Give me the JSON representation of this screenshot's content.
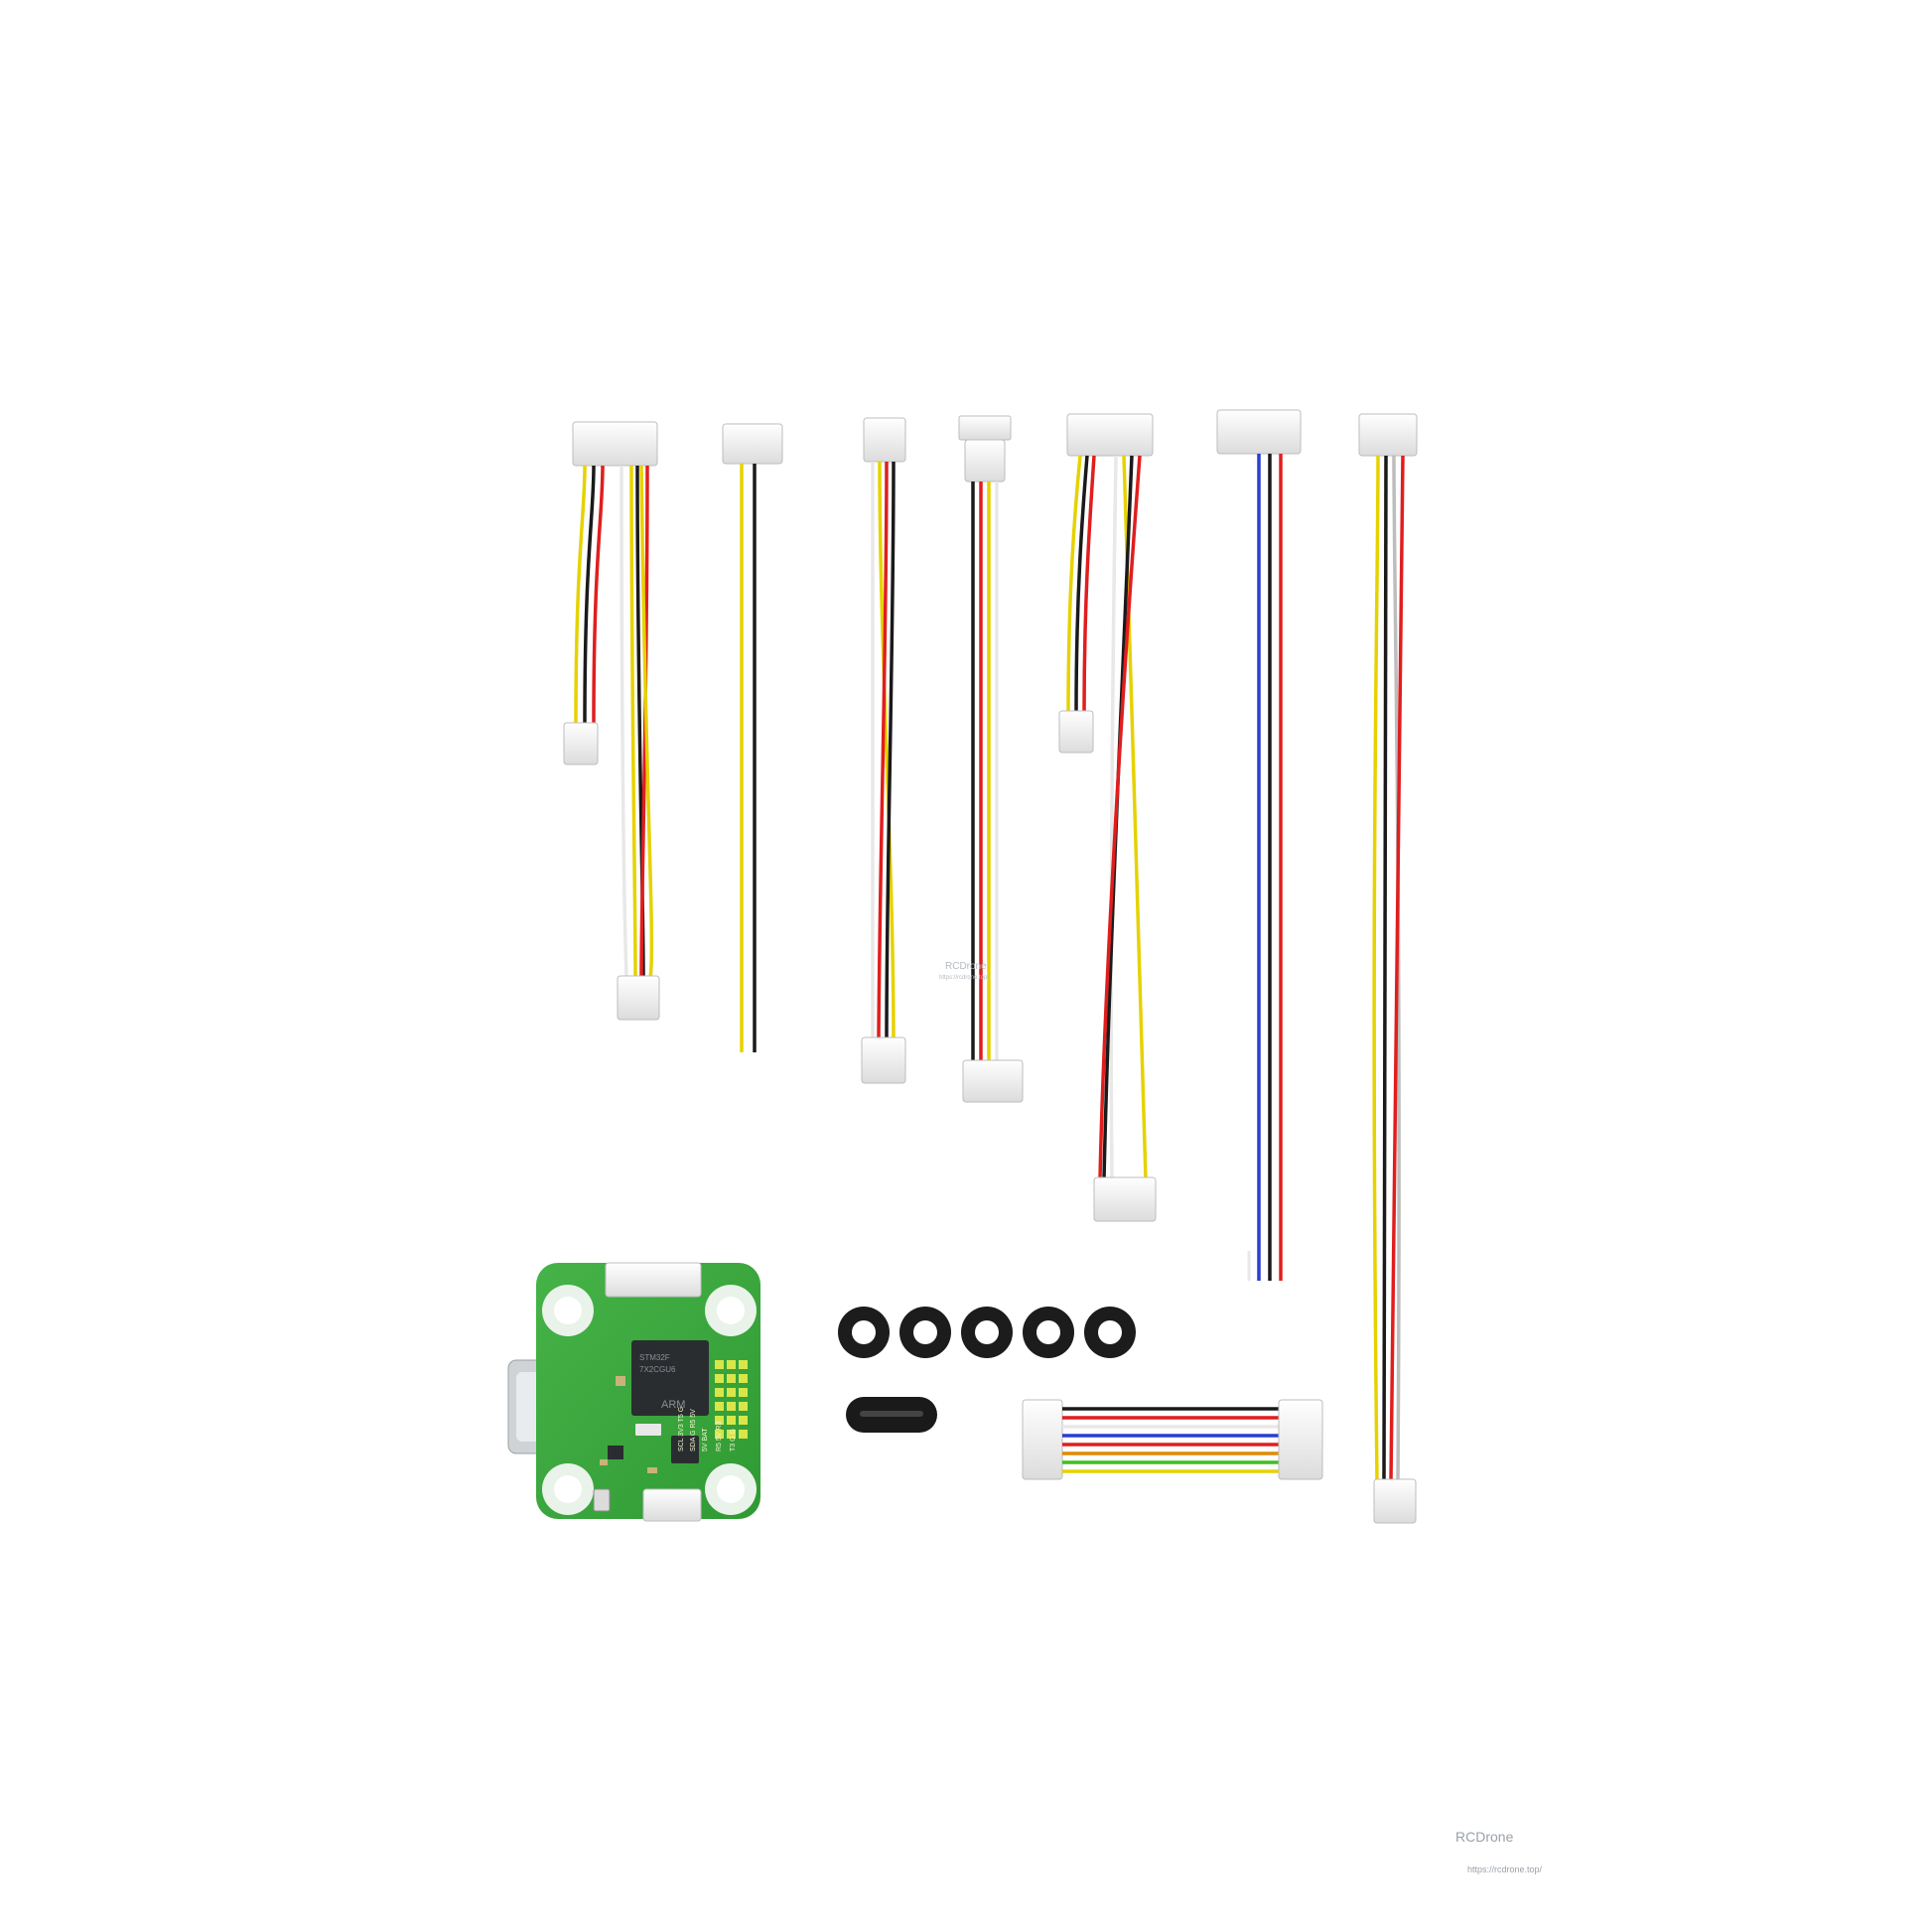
{
  "watermark": {
    "brand": "RCDrone",
    "url": "https://rcdrone.top/",
    "center_brand": "RCDrone",
    "center_url": "https://rcdrone.top/"
  },
  "board": {
    "chip_brand": "ARM",
    "chip_lines": [
      "STM32F",
      "7X2CGU6"
    ],
    "pad_labels_row1": [
      "5V",
      "BAT"
    ],
    "pad_labels_row2": [
      "R5",
      "5V",
      "R3"
    ],
    "pad_labels_row3": [
      "T3",
      "G",
      "G"
    ],
    "pad_labels_row4": [
      "SDA",
      "G",
      "R5",
      "5V"
    ],
    "pad_labels_row5": [
      "SCL",
      "3V3",
      "T5",
      "G"
    ]
  },
  "colors": {
    "background": "#ffffff",
    "pcb": "#3aa83c",
    "wire_yellow": "#e6d200",
    "wire_red": "#e01e1e",
    "wire_black": "#1a1a1a",
    "wire_white": "#e8e8e8",
    "wire_blue": "#2a3fd0",
    "wire_orange": "#e08a00",
    "wire_green": "#3fbf24",
    "wire_gray": "#bdbdbd",
    "connector": "#f3f3f3"
  },
  "items": [
    {
      "name": "cable-8pin-split",
      "icon": "cable-icon"
    },
    {
      "name": "cable-2wire",
      "icon": "cable-icon"
    },
    {
      "name": "cable-4wire-crossed",
      "icon": "cable-icon"
    },
    {
      "name": "cable-4wire-jst",
      "icon": "cable-icon"
    },
    {
      "name": "cable-6pin-split",
      "icon": "cable-icon"
    },
    {
      "name": "cable-3wire-blue",
      "icon": "cable-icon"
    },
    {
      "name": "cable-long-4wire",
      "icon": "cable-icon"
    },
    {
      "name": "flight-controller-board",
      "icon": "pcb-icon"
    },
    {
      "name": "rubber-grommets",
      "icon": "grommet-icon"
    },
    {
      "name": "usb-c-cover",
      "icon": "usb-icon"
    },
    {
      "name": "cable-8pin-rainbow",
      "icon": "cable-icon"
    }
  ]
}
